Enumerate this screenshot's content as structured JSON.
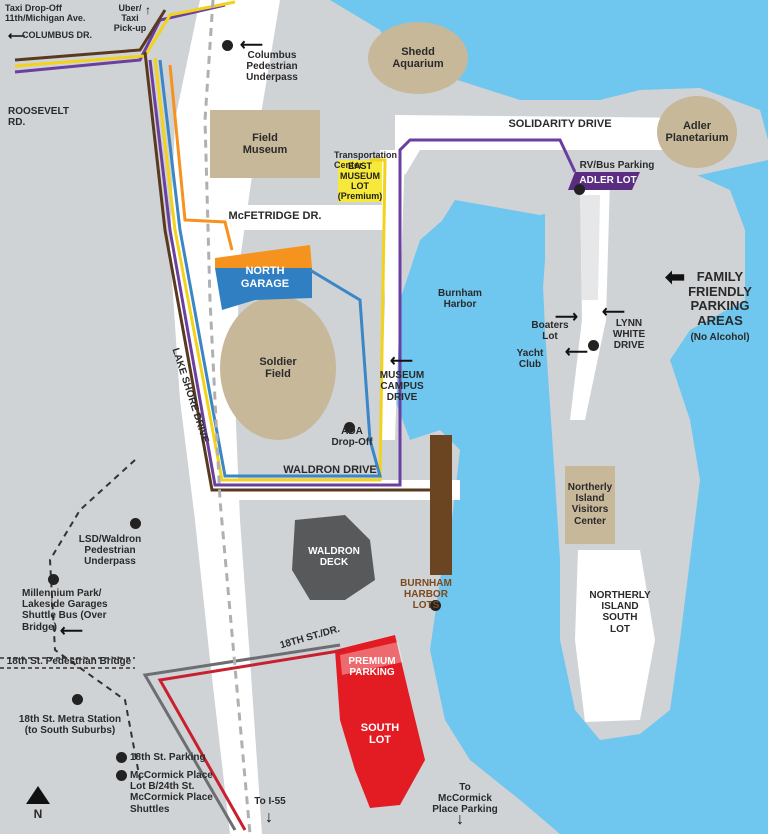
{
  "labels": {
    "shedd": "Shedd\nAquarium",
    "adler": "Adler\nPlanetarium",
    "field": "Field\nMuseum",
    "solidarity": "SOLIDARITY DRIVE",
    "rv_bus": "RV/Bus Parking",
    "adler_lot": "ADLER LOT",
    "transportation_center": "Transportation\nCenter",
    "east_lot": "EAST\nMUSEUM\nLOT\n(Premium)",
    "mcfetridge": "McFETRIDGE DR.",
    "north_garage_top": "NORTH",
    "north_garage_bottom": "GARAGE",
    "soldier": "Soldier\nField",
    "burnham_harbor": "Burnham\nHarbor",
    "family_parking": "FAMILY\nFRIENDLY\nPARKING\nAREAS",
    "no_alcohol": "(No Alcohol)",
    "boaters": "Boaters\nLot",
    "lynn": "LYNN\nWHITE\nDRIVE",
    "yacht": "Yacht\nClub",
    "museum_campus": "MUSEUM\nCAMPUS\nDRIVE",
    "ada": "ADA\nDrop-Off",
    "waldron_drive": "WALDRON DRIVE",
    "lake_shore": "LAKE SHORE DRIVE",
    "roosevelt": "ROOSEVELT\nRD.",
    "columbus_underpass": "Columbus\nPedestrian\nUnderpass",
    "taxi": "Taxi Drop-Off\n11th/Michigan Ave.",
    "columbus_dr": "COLUMBUS DR.",
    "uber": "Uber/\nTaxi\nPick-up",
    "northerly_visitors": "Northerly\nIsland\nVisitors\nCenter",
    "northerly_south": "NORTHERLY\nISLAND\nSOUTH\nLOT",
    "waldron_deck": "WALDRON\nDECK",
    "burnham_lots": "BURNHAM\nHARBOR\nLOTS",
    "lsd_waldron": "LSD/Waldron\nPedestrian\nUnderpass",
    "millennium": "Millennium Park/\nLakeside Garages\nShuttle Bus (Over\nBridge)",
    "ped_bridge": "18th St. Pedestrian Bridge",
    "metra": "18th St. Metra Station\n(to South Suburbs)",
    "parking_18th": "18th St. Parking",
    "mccormick_b": "McCormick Place\nLot B/24th St.\nMcCormick Place\nShuttles",
    "st18": "18TH ST./DR.",
    "premium_parking": "PREMIUM\nPARKING",
    "south_lot": "SOUTH\nLOT",
    "to_i55": "To I-55",
    "to_mccormick": "To\nMcCormick\nPlace Parking",
    "north": "N"
  },
  "colors": {
    "water": "#6fc6ef",
    "land": "#cfd3d6",
    "road": "#ffffff",
    "building": "#c8b89a",
    "adler_lot": "#5b2d82",
    "east_lot": "#f6e93a",
    "north_garage_orange": "#f6921e",
    "north_garage_blue": "#2f7fc2",
    "waldron_deck": "#58595b",
    "south_lot": "#e31b23",
    "burnham_lots": "#6b4422",
    "route_purple": "#6b3fa0",
    "route_yellow": "#f2d21b",
    "route_blue": "#3b86c6",
    "route_brown": "#5a3a1e",
    "route_orange": "#f6921e",
    "route_red": "#c8202f",
    "route_gray": "#6d6e71"
  }
}
